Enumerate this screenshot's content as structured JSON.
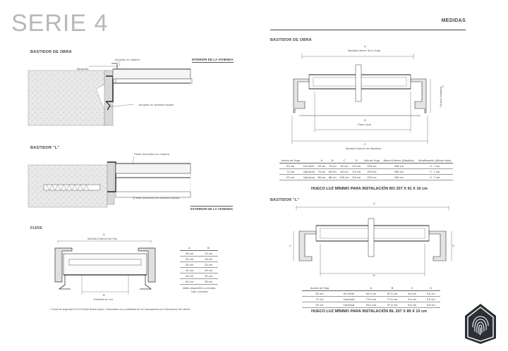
{
  "header": {
    "title": "SERIE 4",
    "section": "MEDIDAS"
  },
  "left": {
    "bastidor_obra": {
      "label": "BASTIDOR DE OBRA",
      "side_label": "INTERIOR DE LA VIVIENDA",
      "notes": [
        "Junquillo en madera",
        "Tapajunta",
        "Junquillo en aluminio lacado"
      ]
    },
    "bastidor_l": {
      "label": "BASTIDOR \"L\"",
      "side_label": "EXTERIOR DE LA VIVIENDA",
      "notes": [
        "Panel decorativo en madera",
        "Panel decorativo en aluminio lacado"
      ]
    },
    "fijos": {
      "label": "FIJOS",
      "dim_a": "A",
      "dim_a_text": "Medida Exterior del Fijo",
      "dim_b": "B",
      "dim_b_text": "Entrada de Luz",
      "glass_text": "Cristal de Seguridad 6+6 Doble Butiral",
      "table": {
        "headers": [
          "A",
          "B"
        ],
        "rows": [
          [
            "25 cm",
            "13 cm"
          ],
          [
            "30 cm",
            "18 cm"
          ],
          [
            "35 cm",
            "23 cm"
          ],
          [
            "40 cm",
            "28 cm"
          ],
          [
            "45 cm",
            "33 cm"
          ],
          [
            "50 cm",
            "38 cm"
          ]
        ]
      },
      "table_note_1": "Altillo disponible a medida",
      "table_note_2": "bajo consulta",
      "footnote": "* Cristal de seguridad 6+6+6 Doble Butiral opaco / translúcido con posibilidad de ser transparente por indicaciones del cliente."
    }
  },
  "right": {
    "bastidor_obra": {
      "label": "BASTIDOR DE OBRA",
      "dim_a": "A",
      "dim_a_text": "Medida Interior de la Hoja",
      "dim_b": "B",
      "dim_b_text": "Paso Libre",
      "dim_c": "C",
      "dim_c_text": "Medida Exterior del Bastidor",
      "dim_d": "D",
      "dim_d_text": "Grueso Bastidor",
      "table": {
        "headers": [
          "Ancho de Hoja",
          "",
          "A",
          "B",
          "C",
          "D",
          "Alto de Hoja",
          "Altura Exterior (Bastidor)",
          "Modificación (Altura Hoja)"
        ],
        "rows": [
          [
            "82 cm",
            "De Serie",
            "65 cm",
            "75 cm",
            "90 cm",
            "9,6 cm",
            "203 cm",
            "206 cm",
            "+/- 7 cm"
          ],
          [
            "72 cm",
            "Opcional",
            "75 cm",
            "85 cm",
            "80 cm",
            "9,6 cm",
            "203 cm",
            "206 cm",
            "+/- 7 cm"
          ],
          [
            "92 cm",
            "Opcional",
            "86 cm",
            "86 cm",
            "100 cm",
            "9,6 cm",
            "203 cm",
            "206 cm",
            "+/- 7 cm"
          ]
        ]
      },
      "caption": "HUECO LUZ MÍNIMO PARA INSTALACIÓN BO 207 X 91 X 10 cm"
    },
    "bastidor_l": {
      "label": "BASTIDOR \"L\"",
      "dim_a": "A",
      "dim_b": "B",
      "dim_c": "C",
      "dim_d": "D",
      "table": {
        "headers": [
          "Ancho de Hoja",
          "",
          "A",
          "B",
          "C",
          "D"
        ],
        "rows": [
          [
            "82 cm",
            "De Serie",
            "84,5 cm",
            "87,5 cm",
            "8,6 cm",
            "9,6 cm"
          ],
          [
            "72 cm",
            "Opcional",
            "74,5 cm",
            "77,5 cm",
            "8,6 cm",
            "9,6 cm"
          ],
          [
            "92 cm",
            "Opcional",
            "94,5 cm",
            "97,5 cm",
            "8,6 cm",
            "9,6 cm"
          ]
        ]
      },
      "caption": "HUECO LUZ MÍNIMO PARA INSTALACIÓN BL 207 X 89 X 10 cm"
    }
  },
  "logo": {
    "icon": "house-fingerprint-icon",
    "colors": {
      "dark": "#2b2f36",
      "accent": "#ffffff"
    }
  }
}
